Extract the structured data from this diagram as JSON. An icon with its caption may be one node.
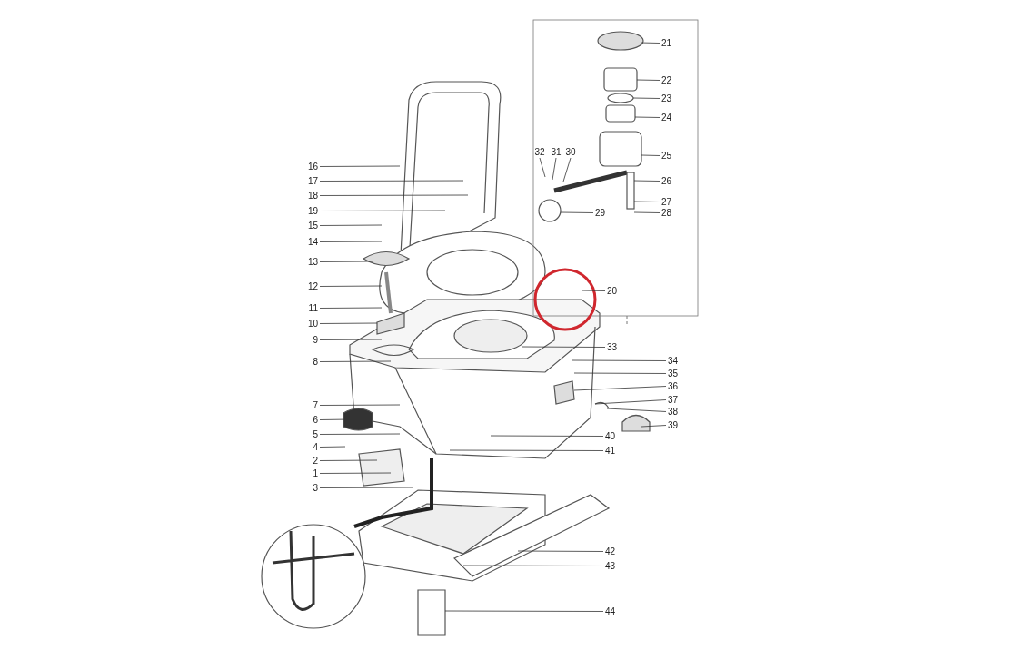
{
  "diagram": {
    "nodes": [
      {
        "text": [
          "1"
        ]
      },
      {
        "text": [
          "2"
        ]
      },
      {
        "text": [
          "3"
        ]
      },
      {
        "text": [
          "4"
        ]
      },
      {
        "text": [
          "5"
        ]
      },
      {
        "text": [
          "6"
        ]
      },
      {
        "text": [
          "7"
        ]
      },
      {
        "text": [
          "8"
        ]
      },
      {
        "text": [
          "9"
        ]
      },
      {
        "text": [
          "10"
        ]
      },
      {
        "text": [
          "11"
        ]
      },
      {
        "text": [
          "12"
        ]
      },
      {
        "text": [
          "13"
        ]
      },
      {
        "text": [
          "14"
        ]
      },
      {
        "text": [
          "15"
        ]
      },
      {
        "text": [
          "16"
        ]
      },
      {
        "text": [
          "17"
        ]
      },
      {
        "text": [
          "18"
        ]
      },
      {
        "text": [
          "19"
        ]
      },
      {
        "text": [
          "20"
        ]
      },
      {
        "text": [
          "21"
        ]
      },
      {
        "text": [
          "22"
        ]
      },
      {
        "text": [
          "23"
        ]
      },
      {
        "text": [
          "24"
        ]
      },
      {
        "text": [
          "25"
        ]
      },
      {
        "text": [
          "26"
        ]
      },
      {
        "text": [
          "27"
        ]
      },
      {
        "text": [
          "28"
        ]
      },
      {
        "text": [
          "29"
        ]
      },
      {
        "text": [
          "30"
        ]
      },
      {
        "text": [
          "31"
        ]
      },
      {
        "text": [
          "32"
        ]
      },
      {
        "text": [
          "33"
        ]
      },
      {
        "text": [
          "34"
        ]
      },
      {
        "text": [
          "35"
        ]
      },
      {
        "text": [
          "36"
        ]
      },
      {
        "text": [
          "37"
        ]
      },
      {
        "text": [
          "38"
        ]
      },
      {
        "text": [
          "39"
        ]
      },
      {
        "text": [
          "40"
        ]
      },
      {
        "text": [
          "41"
        ]
      },
      {
        "text": [
          "42"
        ]
      },
      {
        "text": [
          "43"
        ]
      },
      {
        "text": [
          "44"
        ]
      }
    ],
    "edges": [
      {
        "from": 0,
        "to": null,
        "arrow": "none"
      },
      {
        "from": 1,
        "to": null,
        "arrow": "none"
      },
      {
        "from": 2,
        "to": null,
        "arrow": "none"
      },
      {
        "from": 3,
        "to": null,
        "arrow": "none"
      },
      {
        "from": 4,
        "to": null,
        "arrow": "none"
      },
      {
        "from": 5,
        "to": null,
        "arrow": "none"
      },
      {
        "from": 6,
        "to": null,
        "arrow": "none"
      },
      {
        "from": 7,
        "to": null,
        "arrow": "none"
      },
      {
        "from": 8,
        "to": null,
        "arrow": "none"
      },
      {
        "from": 9,
        "to": null,
        "arrow": "none"
      },
      {
        "from": 10,
        "to": null,
        "arrow": "none"
      },
      {
        "from": 11,
        "to": null,
        "arrow": "none"
      },
      {
        "from": 12,
        "to": null,
        "arrow": "none"
      },
      {
        "from": 13,
        "to": null,
        "arrow": "none"
      },
      {
        "from": 14,
        "to": null,
        "arrow": "none"
      },
      {
        "from": 15,
        "to": null,
        "arrow": "none"
      },
      {
        "from": 16,
        "to": null,
        "arrow": "none"
      },
      {
        "from": 17,
        "to": null,
        "arrow": "none"
      },
      {
        "from": 18,
        "to": null,
        "arrow": "none"
      },
      {
        "from": 19,
        "to": null,
        "arrow": "none"
      },
      {
        "from": 20,
        "to": null,
        "arrow": "none"
      },
      {
        "from": 21,
        "to": null,
        "arrow": "none"
      },
      {
        "from": 22,
        "to": null,
        "arrow": "none"
      },
      {
        "from": 23,
        "to": null,
        "arrow": "none"
      },
      {
        "from": 24,
        "to": null,
        "arrow": "none"
      },
      {
        "from": 25,
        "to": null,
        "arrow": "none"
      },
      {
        "from": 26,
        "to": null,
        "arrow": "none"
      },
      {
        "from": 27,
        "to": null,
        "arrow": "none"
      },
      {
        "from": 28,
        "to": null,
        "arrow": "none"
      },
      {
        "from": 29,
        "to": null,
        "arrow": "none"
      },
      {
        "from": 30,
        "to": null,
        "arrow": "none"
      },
      {
        "from": 31,
        "to": null,
        "arrow": "none"
      },
      {
        "from": 32,
        "to": null,
        "arrow": "none"
      },
      {
        "from": 33,
        "to": null,
        "arrow": "none"
      },
      {
        "from": 34,
        "to": null,
        "arrow": "none"
      },
      {
        "from": 35,
        "to": null,
        "arrow": "none"
      },
      {
        "from": 36,
        "to": null,
        "arrow": "none"
      },
      {
        "from": 37,
        "to": null,
        "arrow": "none"
      },
      {
        "from": 38,
        "to": null,
        "arrow": "none"
      },
      {
        "from": 39,
        "to": null,
        "arrow": "none"
      },
      {
        "from": 40,
        "to": null,
        "arrow": "none"
      },
      {
        "from": 41,
        "to": null,
        "arrow": "none"
      },
      {
        "from": 42,
        "to": null,
        "arrow": "none"
      },
      {
        "from": 43,
        "to": null,
        "arrow": "none"
      }
    ]
  }
}
